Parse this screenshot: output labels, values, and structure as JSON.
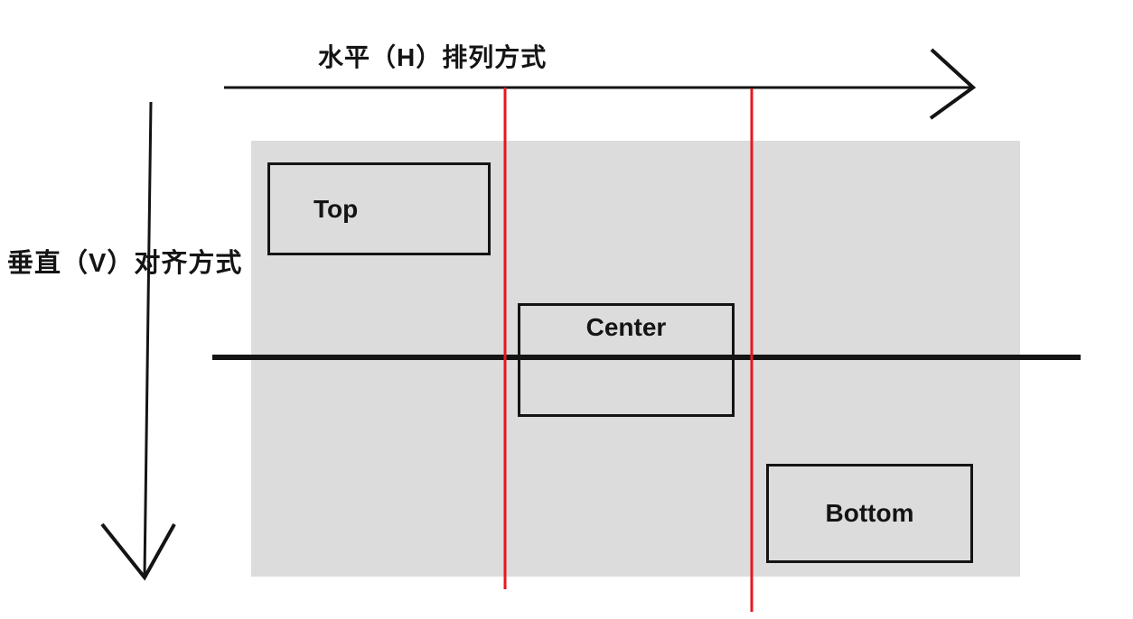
{
  "diagram": {
    "horizontal_axis": {
      "label": "水平（H）排列方式"
    },
    "vertical_axis": {
      "label": "垂直（V）对齐方式"
    },
    "boxes": [
      {
        "label": "Top"
      },
      {
        "label": "Center"
      },
      {
        "label": "Bottom"
      }
    ]
  },
  "colors": {
    "canvas_bg": "#ffffff",
    "region_fill": "#dcdcdc",
    "guide_red": "#e8171d",
    "ink": "#141414"
  }
}
